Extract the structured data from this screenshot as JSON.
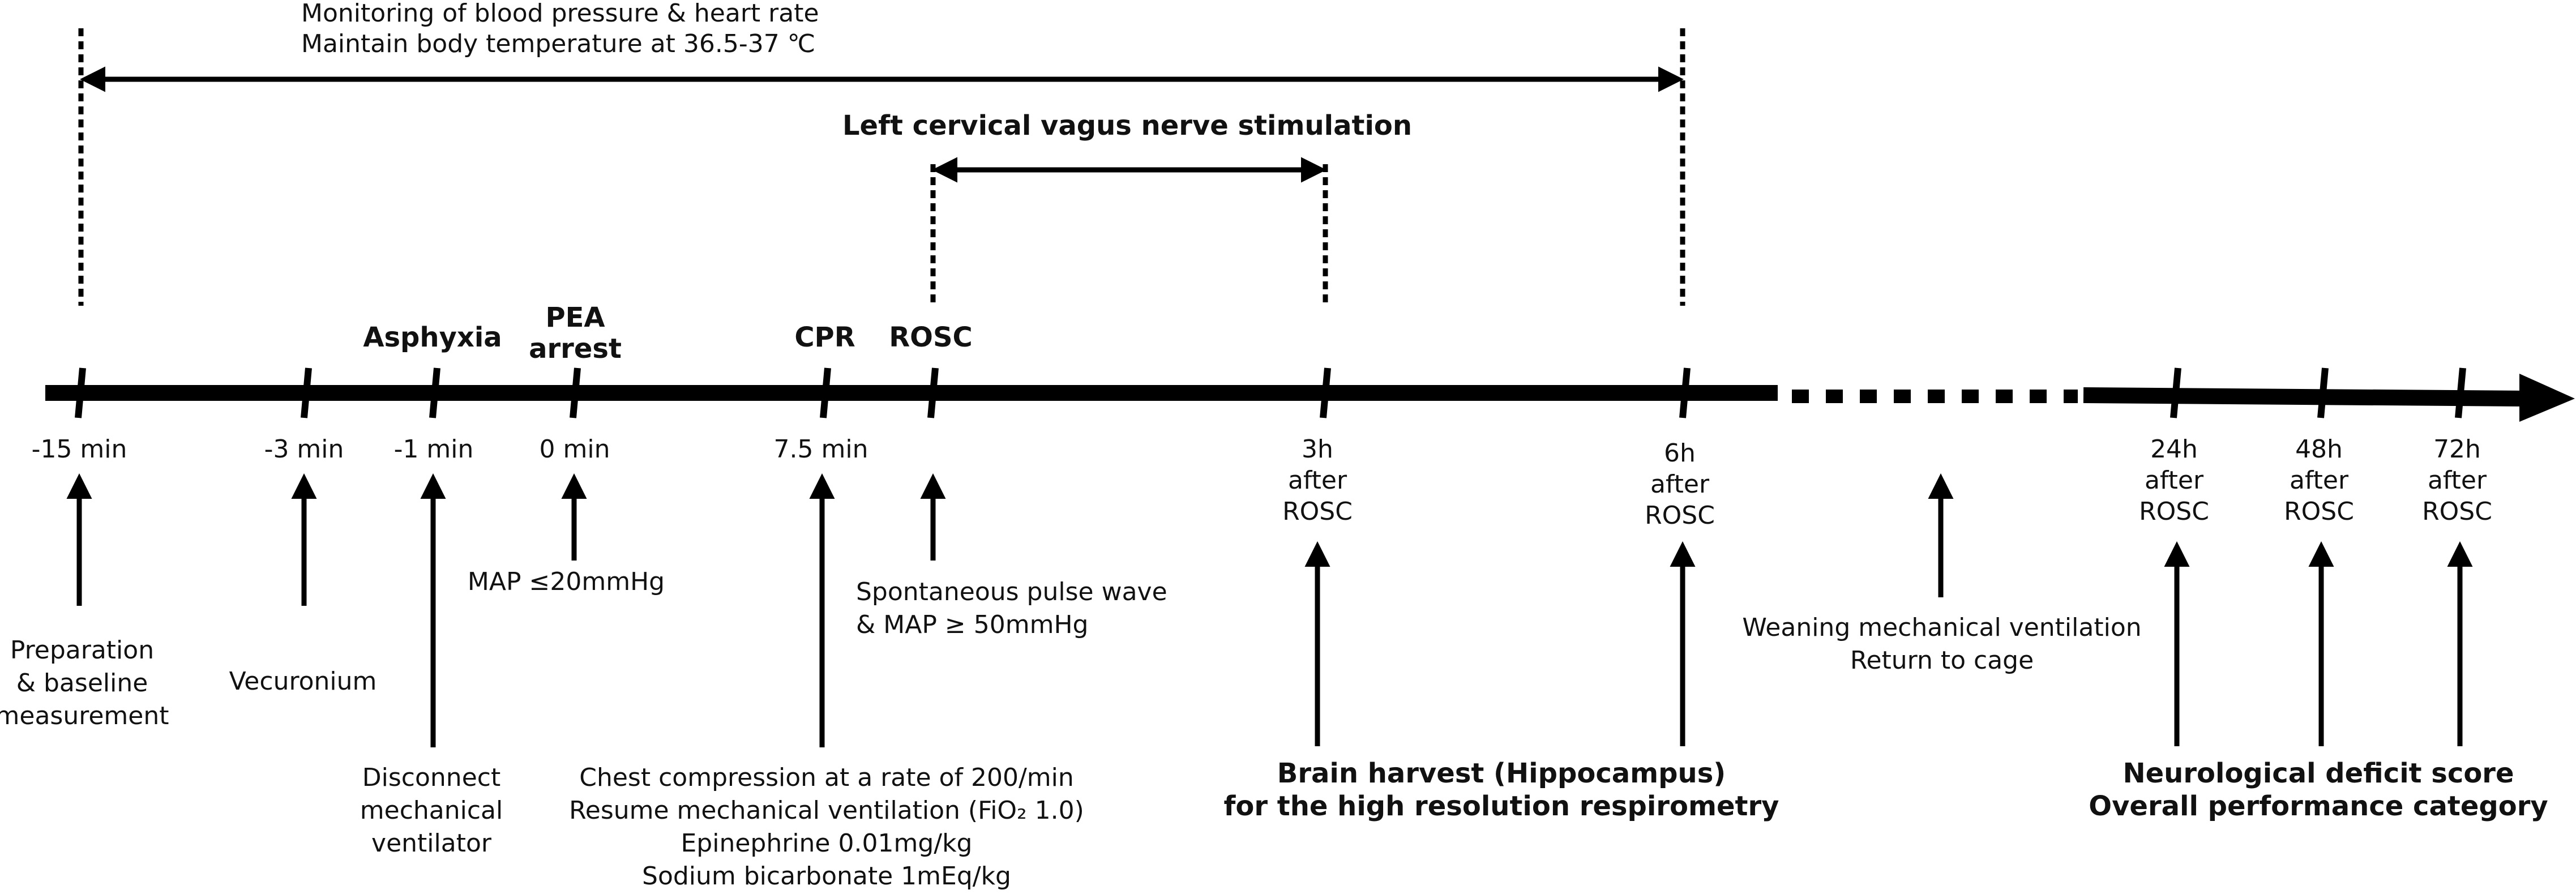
{
  "colors": {
    "line": "#000000",
    "text": "#111111",
    "background": "#ffffff"
  },
  "monitoring": {
    "line1": "Monitoring of blood pressure & heart rate",
    "line2": "Maintain body temperature at 36.5-37 ℃"
  },
  "vns": {
    "title": "Left cervical vagus nerve stimulation"
  },
  "events": {
    "asphyxia": "Asphyxia",
    "pea_line1": "PEA",
    "pea_line2": "arrest",
    "cpr": "CPR",
    "rosc": "ROSC"
  },
  "times": {
    "t_minus15": "-15 min",
    "t_minus3": "-3 min",
    "t_minus1": "-1 min",
    "t_0": "0 min",
    "t_7_5": "7.5 min",
    "t_3h": [
      "3h",
      "after",
      "ROSC"
    ],
    "t_6h": [
      "6h",
      "after",
      "ROSC"
    ],
    "t_24h": [
      "24h",
      "after",
      "ROSC"
    ],
    "t_48h": [
      "48h",
      "after",
      "ROSC"
    ],
    "t_72h": [
      "72h",
      "after",
      "ROSC"
    ]
  },
  "annotations": {
    "preparation": [
      "Preparation",
      "& baseline",
      "measurement"
    ],
    "vecuronium": "Vecuronium",
    "disconnect": [
      "Disconnect",
      "mechanical",
      "ventilator"
    ],
    "map20": "MAP  ≤20mmHg",
    "cpr_steps": [
      "Chest compression at a rate of 200/min",
      "Resume mechanical ventilation (FiO₂ 1.0)",
      "Epinephrine 0.01mg/kg",
      "Sodium bicarbonate 1mEq/kg"
    ],
    "spontaneous": [
      "Spontaneous pulse wave",
      "& MAP ≥  50mmHg"
    ],
    "brain_harvest": [
      "Brain harvest (Hippocampus)",
      "for the high resolution respirometry"
    ],
    "weaning": [
      "Weaning mechanical ventilation",
      "Return to cage"
    ],
    "neuro": [
      "Neurological deficit score",
      "Overall performance category"
    ]
  }
}
